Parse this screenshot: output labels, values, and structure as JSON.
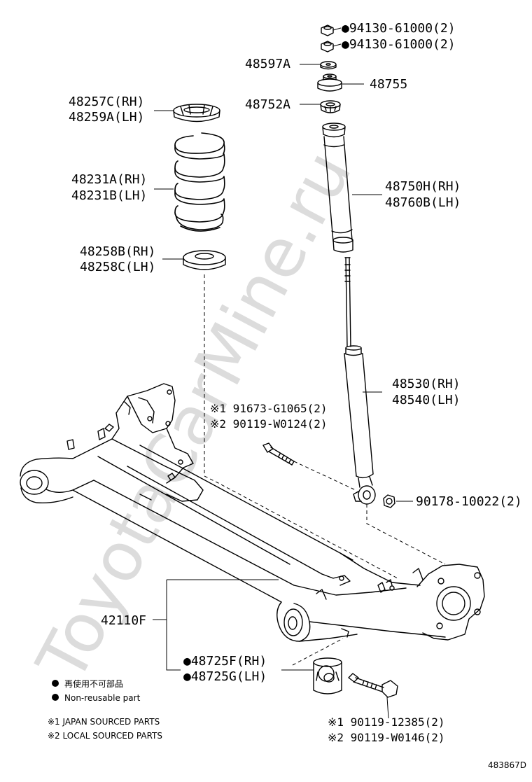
{
  "watermark": "ToyotaCarMine.ru",
  "labels": {
    "nut_upper": "●94130-61000(2)",
    "nut_lower": "●94130-61000(2)",
    "washer": "48597A",
    "support": "48755",
    "spacer": "48752A",
    "insulator_upper_rh": "48257C(RH)",
    "insulator_upper_lh": "48259A(LH)",
    "spring_rh": "48231A(RH)",
    "spring_lh": "48231B(LH)",
    "boot_rh": "48750H(RH)",
    "boot_lh": "48760B(LH)",
    "insulator_lower_rh": "48258B(RH)",
    "insulator_lower_lh": "48258C(LH)",
    "absorber_rh": "48530(RH)",
    "absorber_lh": "48540(LH)",
    "bolt_shock_1": "※1 91673-G1065(2)",
    "bolt_shock_2": "※2 90119-W0124(2)",
    "nut_shock": "90178-10022(2)",
    "beam": "42110F",
    "bushing_rh": "●48725F(RH)",
    "bushing_lh": "●48725G(LH)",
    "bolt_beam_1": "※1 90119-12385(2)",
    "bolt_beam_2": "※2 90119-W0146(2)"
  },
  "legend": {
    "non_reusable_jp": "再使用不可部品",
    "non_reusable_en": "Non-reusable part",
    "japan_sourced": "※1 JAPAN SOURCED PARTS",
    "local_sourced": "※2 LOCAL SOURCED PARTS"
  },
  "figure_id": "483867D"
}
